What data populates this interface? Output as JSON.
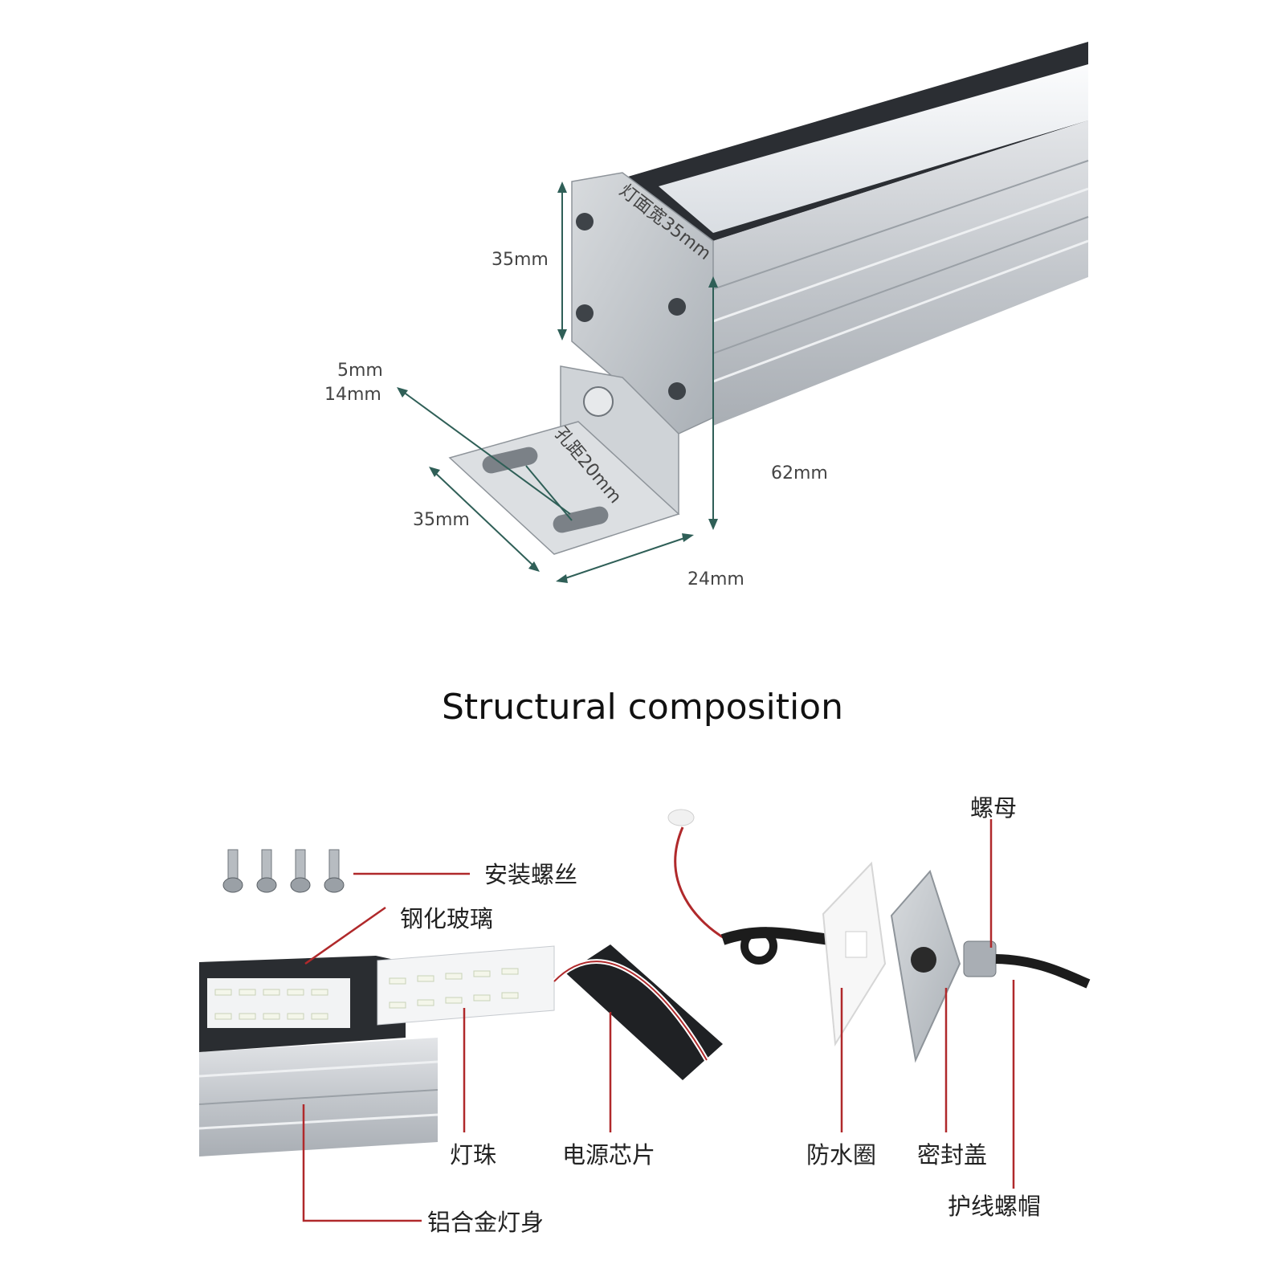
{
  "dimensions": {
    "height_profile": "35mm",
    "face_width": "灯面宽35mm",
    "slot_size": "5mm",
    "slot_size_2": "14mm",
    "hole_pitch": "孔距20mm",
    "bracket_width": "35mm",
    "bracket_length": "24mm",
    "total_height": "62mm"
  },
  "section_title": "Structural composition",
  "parts": {
    "screws": "安装螺丝",
    "glass": "钢化玻璃",
    "nut": "螺母",
    "led_beads": "灯珠",
    "power_chip": "电源芯片",
    "waterproof_ring": "防水圈",
    "seal_cover": "密封盖",
    "cable_cap": "护线螺帽",
    "aluminum_body": "铝合金灯身"
  },
  "colors": {
    "leader": "#b0292b",
    "dimension": "#2f5f57",
    "aluminum": "#c9ccd0",
    "glass": "#2a2d31"
  }
}
